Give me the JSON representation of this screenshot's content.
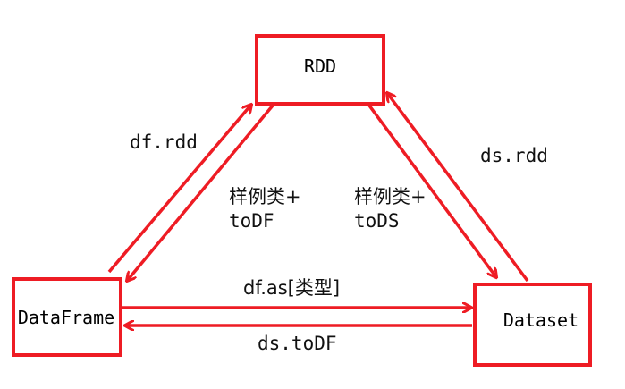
{
  "colors": {
    "accent": "#ee1c24",
    "text": "#000000",
    "background": "#ffffff"
  },
  "nodes": {
    "rdd": "RDD",
    "dataframe": "DataFrame",
    "dataset": "Dataset"
  },
  "edges": {
    "df_rdd": "df.rdd",
    "sample_class_todf_line1": "样例类+",
    "sample_class_todf_line2": "toDF",
    "sample_class_tods_line1": "样例类+",
    "sample_class_tods_line2": "toDS",
    "ds_rdd": "ds.rdd",
    "df_as": "df.as[类型]",
    "ds_todf": "ds.toDF"
  }
}
